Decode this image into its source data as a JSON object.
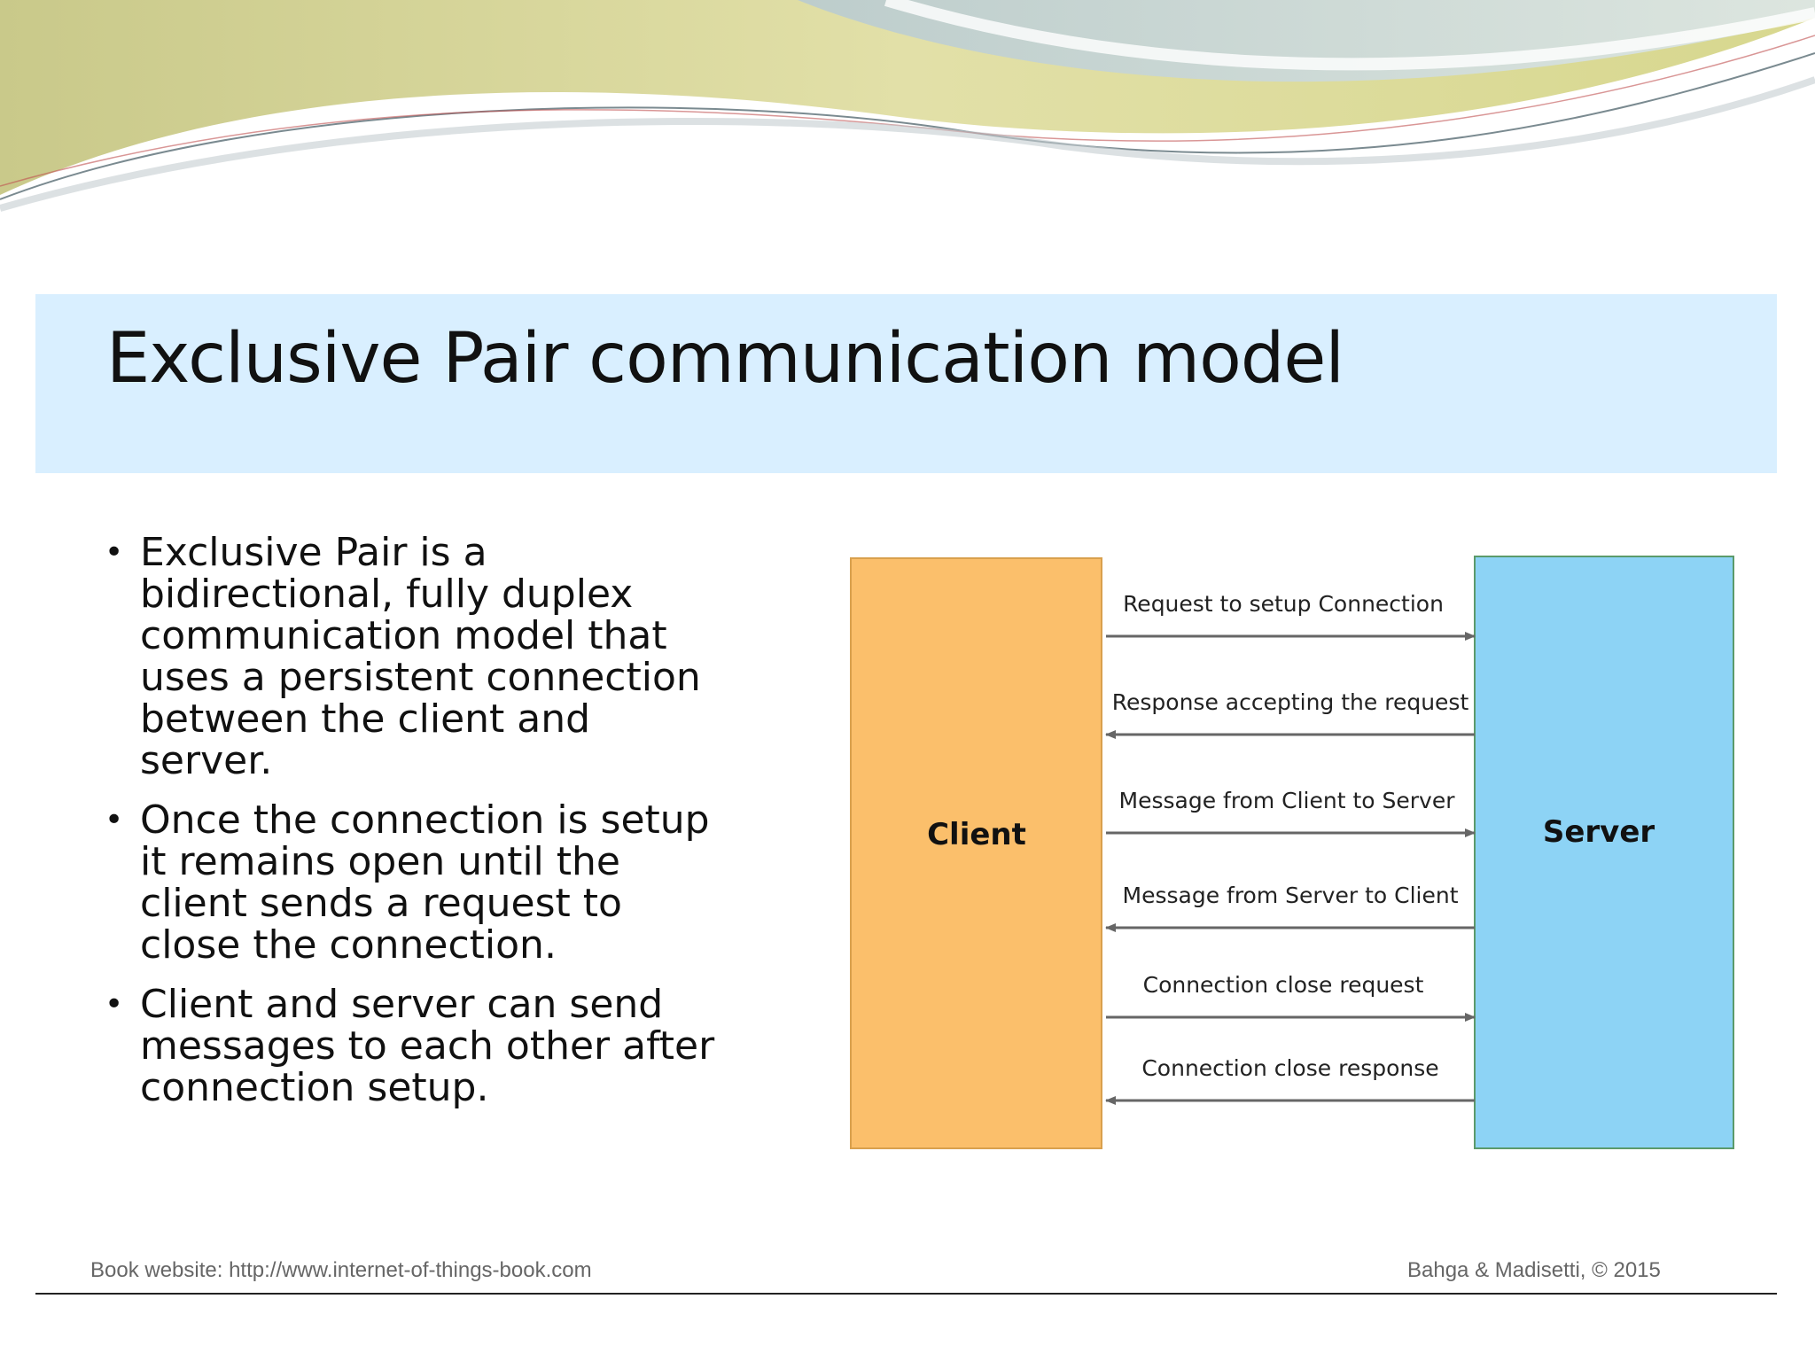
{
  "slide": {
    "title": "Exclusive Pair communication model",
    "bullets": [
      {
        "lines": [
          "Exclusive Pair is a",
          "bidirectional, fully duplex",
          "communication model that",
          "uses a persistent connection",
          "between the client and",
          "server."
        ]
      },
      {
        "lines": [
          "Once the connection is setup",
          "it remains open until the",
          "client sends a request to",
          "close the connection."
        ]
      },
      {
        "lines": [
          "Client and server can send",
          "messages to each other after",
          "connection setup."
        ]
      }
    ],
    "footer_left": "Book website: http://www.internet-of-things-book.com",
    "footer_right": "Bahga & Madisetti, © 2015"
  },
  "diagram": {
    "client_label": "Client",
    "server_label": "Server",
    "client_color": "#fbbf6b",
    "server_color": "#8dd3f5",
    "messages": [
      {
        "label": "Request to setup Connection",
        "direction": "client-to-server"
      },
      {
        "label": "Response accepting the request",
        "direction": "server-to-client"
      },
      {
        "label": "Message from Client to Server",
        "direction": "client-to-server"
      },
      {
        "label": "Message from Server to Client",
        "direction": "server-to-client"
      },
      {
        "label": "Connection close request",
        "direction": "client-to-server"
      },
      {
        "label": "Connection close response",
        "direction": "server-to-client"
      }
    ]
  }
}
